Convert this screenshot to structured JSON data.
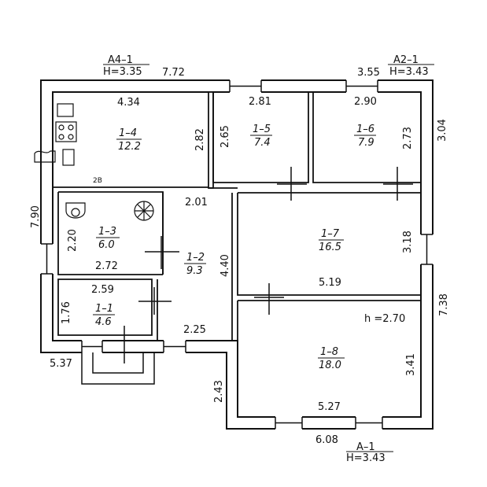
{
  "tags": {
    "a4": {
      "code": "A4–1",
      "h": "H=3.35"
    },
    "a2": {
      "code": "A2–1",
      "h": "H=3.43"
    },
    "a1": {
      "code": "A–1",
      "h": "H=3.43"
    }
  },
  "dimensions": {
    "top_left": "7.72",
    "top_right": "3.55",
    "left_height": "7.90",
    "right_upper": "3.04",
    "right_lower": "7.38",
    "bottom": "6.08",
    "porch_width": "5.37",
    "step_height": "2.43"
  },
  "rooms": {
    "r14": {
      "id": "1–4",
      "area": "12.2",
      "w": "4.34",
      "h": "2.82"
    },
    "r15": {
      "id": "1–5",
      "area": "7.4",
      "w": "2.81",
      "h": "2.65"
    },
    "r16": {
      "id": "1–6",
      "area": "7.9",
      "w": "2.90",
      "h": "2.73"
    },
    "r13": {
      "id": "1–3",
      "area": "6.0",
      "w": "2.72",
      "h": "2.20"
    },
    "r12": {
      "id": "1–2",
      "area": "9.3",
      "w_top": "2.01",
      "w_bottom": "2.25",
      "h": "4.40"
    },
    "r17": {
      "id": "1–7",
      "area": "16.5",
      "w": "5.19",
      "h": "3.18"
    },
    "r11": {
      "id": "1–1",
      "area": "4.6",
      "w": "2.59",
      "h": "1.76"
    },
    "r18": {
      "id": "1–8",
      "area": "18.0",
      "w": "5.27",
      "h": "3.41",
      "ceiling": "h =2.70"
    }
  },
  "stamp": "2B"
}
